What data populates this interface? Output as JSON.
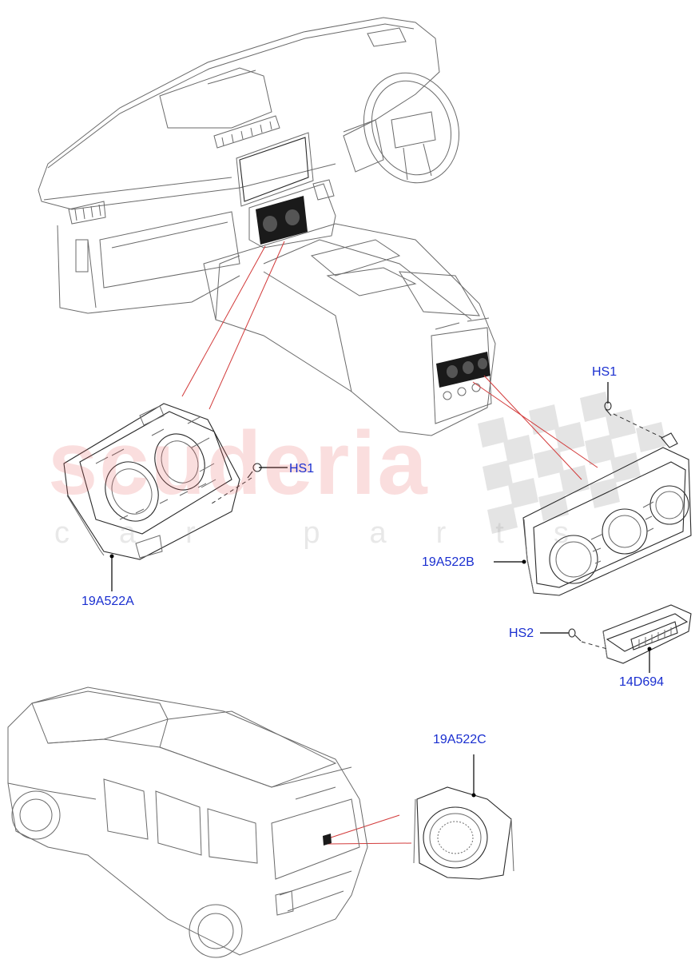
{
  "watermark": {
    "brand": "scuderia",
    "tagline": "car parts"
  },
  "callouts": [
    {
      "id": "hs1-top",
      "label": "HS1"
    },
    {
      "id": "hs1-left",
      "label": "HS1"
    },
    {
      "id": "19a522a",
      "label": "19A522A"
    },
    {
      "id": "19a522b",
      "label": "19A522B"
    },
    {
      "id": "hs2",
      "label": "HS2"
    },
    {
      "id": "14d694",
      "label": "14D694"
    },
    {
      "id": "19a522c",
      "label": "19A522C"
    }
  ],
  "colors": {
    "callout_text": "#1a2fd0",
    "leader_line": "#d23a3a",
    "line_art": "#6a6a6a",
    "watermark_red": "#e85a5a",
    "checker": "#d9d9d9"
  }
}
